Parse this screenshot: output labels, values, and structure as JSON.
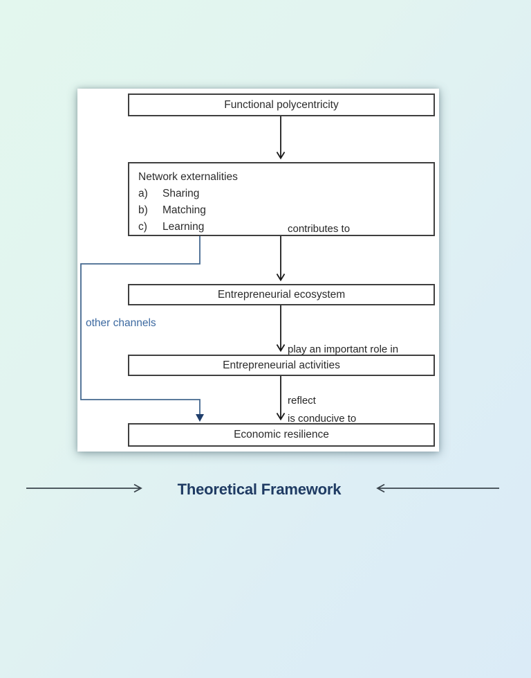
{
  "page": {
    "background_top_left": "#e3f7ee",
    "background_bottom_right": "#dbebf7"
  },
  "flowchart": {
    "boxes": [
      {
        "id": "functional-polycentricity",
        "label": "Functional polycentricity"
      },
      {
        "id": "network-externalities",
        "title": "Network externalities",
        "items": [
          {
            "marker": "a)",
            "label": "Sharing"
          },
          {
            "marker": "b)",
            "label": "Matching"
          },
          {
            "marker": "c)",
            "label": "Learning"
          }
        ]
      },
      {
        "id": "entrepreneurial-ecosystem",
        "label": "Entrepreneurial ecosystem"
      },
      {
        "id": "entrepreneurial-activities",
        "label": "Entrepreneurial activities"
      },
      {
        "id": "economic-resilience",
        "label": "Economic resilience"
      }
    ],
    "arrow_labels": {
      "contributes": "contributes to",
      "role": "play an important role in",
      "conducive": "is conducive to",
      "reflect": "reflect"
    },
    "side_label": "other channels",
    "colors": {
      "box_border": "#3f3f3f",
      "box_text": "#2b2b2b",
      "arrow": "#1a1a1a",
      "side_path": "#44688f",
      "side_arrowhead": "#1f3d6b",
      "side_label_text": "#3c69a0"
    }
  },
  "caption": {
    "title": "Theoretical Framework",
    "title_color": "#1f3b63",
    "arrow_color": "#3a444c"
  }
}
